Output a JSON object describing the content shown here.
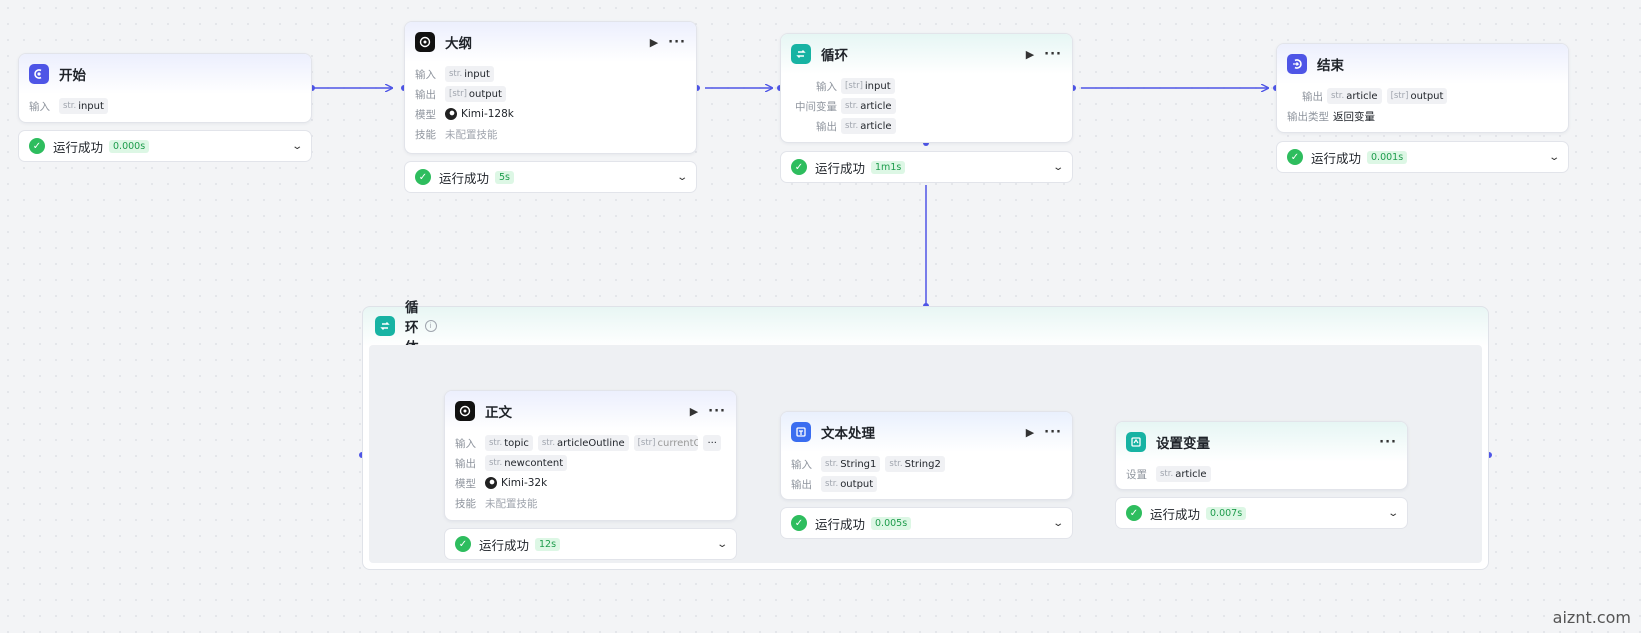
{
  "colors": {
    "accent": "#4e55e6",
    "success": "#2ebd5e",
    "loop": "#17b3a3"
  },
  "nodes": {
    "start": {
      "title": "开始",
      "input_label": "输入",
      "input": {
        "type": "str.",
        "name": "input"
      }
    },
    "outline": {
      "title": "大纲",
      "input_label": "输入",
      "input": {
        "type": "str.",
        "name": "input"
      },
      "output_label": "输出",
      "output": {
        "type": "[str]",
        "name": "output"
      },
      "model_label": "模型",
      "model": "Kimi-128k",
      "skill_label": "技能",
      "skill": "未配置技能"
    },
    "loop": {
      "title": "循环",
      "input_label": "输入",
      "input": {
        "type": "[str]",
        "name": "input"
      },
      "var_label": "中间变量",
      "var": {
        "type": "str.",
        "name": "article"
      },
      "output_label": "输出",
      "output": {
        "type": "str.",
        "name": "article"
      }
    },
    "end": {
      "title": "结束",
      "output_label": "输出",
      "outputs": [
        {
          "type": "str.",
          "name": "article"
        },
        {
          "type": "[str]",
          "name": "output"
        }
      ],
      "output_type_label": "输出类型",
      "output_type": "返回变量"
    },
    "loop_body": {
      "title": "循环体"
    },
    "body": {
      "title": "正文",
      "input_label": "输入",
      "inputs": [
        {
          "type": "str.",
          "name": "topic"
        },
        {
          "type": "str.",
          "name": "articleOutline"
        },
        {
          "type": "[str]",
          "name": "currentOut"
        }
      ],
      "more": "···",
      "output_label": "输出",
      "output": {
        "type": "str.",
        "name": "newcontent"
      },
      "model_label": "模型",
      "model": "Kimi-32k",
      "skill_label": "技能",
      "skill": "未配置技能"
    },
    "text": {
      "title": "文本处理",
      "input_label": "输入",
      "inputs": [
        {
          "type": "str.",
          "name": "String1"
        },
        {
          "type": "str.",
          "name": "String2"
        }
      ],
      "output_label": "输出",
      "output": {
        "type": "str.",
        "name": "output"
      }
    },
    "setvar": {
      "title": "设置变量",
      "set_label": "设置",
      "set": {
        "type": "str.",
        "name": "article"
      }
    }
  },
  "statuses": {
    "label": "运行成功",
    "start": "0.000s",
    "outline": "5s",
    "loop": "1m1s",
    "end": "0.001s",
    "body": "12s",
    "text": "0.005s",
    "setvar": "0.007s"
  },
  "watermark": "aiznt.com"
}
